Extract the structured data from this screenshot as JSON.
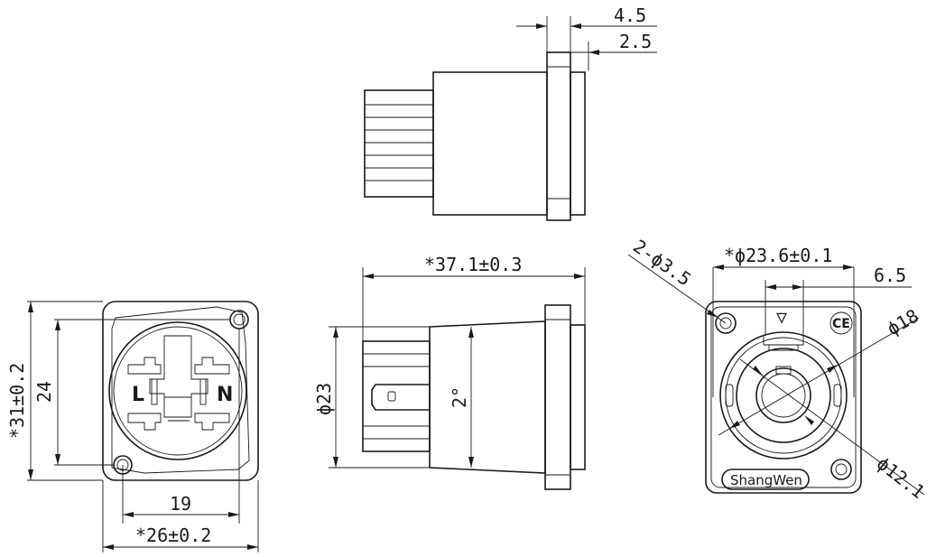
{
  "top_view": {
    "dim_flange_thickness": "4.5",
    "dim_lip_thickness": "2.5"
  },
  "front_view": {
    "dim_height": "*31±0.2",
    "dim_hole_pitch_v": "24",
    "dim_hole_pitch_h": "19",
    "dim_width": "*26±0.2",
    "label_l": "L",
    "label_n": "N"
  },
  "side_view": {
    "dim_length": "*37.1±0.3",
    "dim_diameter": "ϕ23",
    "dim_draft_angle": "2°"
  },
  "rear_view": {
    "dim_mount_holes": "2-ϕ3.5",
    "dim_panel_diameter": "*ϕ23.6±0.1",
    "dim_key_width": "6.5",
    "dim_ring_diameter": "ϕ18",
    "dim_bore_diameter": "ϕ12.1",
    "brand": "ShangWen",
    "ce_mark": "CE",
    "key_marker": "▽"
  }
}
